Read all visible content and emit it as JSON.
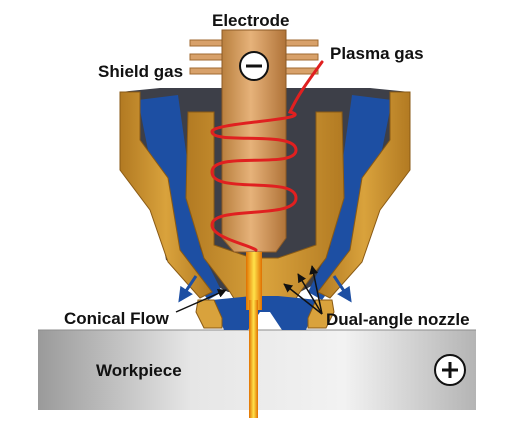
{
  "labels": {
    "electrode": "Electrode",
    "plasma_gas": "Plasma gas",
    "shield_gas": "Shield gas",
    "conical_flow": "Conical Flow",
    "dual_angle_nozzle": "Dual-angle nozzle",
    "workpiece": "Workpiece"
  },
  "symbols": {
    "electrode_polarity": "minus-icon",
    "workpiece_polarity": "plus-icon"
  },
  "colors": {
    "brass_body": "#c9922d",
    "brass_dark": "#8a5a14",
    "electrode_copper": "#d8a16a",
    "shield_blue": "#1d4fa3",
    "plasma_wire": "#e02020",
    "workpiece_grey": "#c8c8c8",
    "arc_core": "#f4c400",
    "arc_glow": "#e07000"
  }
}
